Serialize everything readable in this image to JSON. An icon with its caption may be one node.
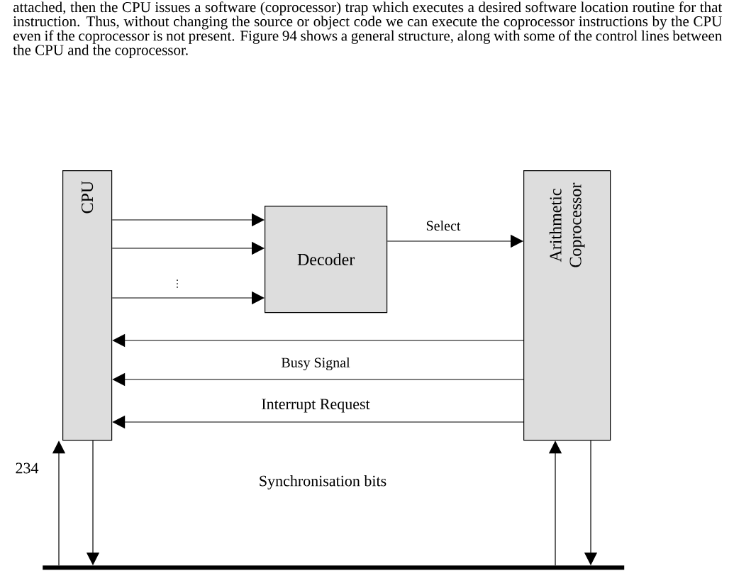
{
  "diagram": {
    "nodes": [
      {
        "text": [
          "CPU"
        ]
      },
      {
        "text": [
          "Decoder"
        ]
      },
      {
        "text": [
          "Arithmetic Coprocessor"
        ]
      },
      {
        "text": [],
        "shape": "bar"
      }
    ],
    "edges": [
      {
        "from": 0,
        "to": 1,
        "arrow": "to"
      },
      {
        "from": 0,
        "to": 1,
        "arrow": "to"
      },
      {
        "from": 0,
        "to": 1,
        "arrow": "to"
      },
      {
        "from": 1,
        "to": 2,
        "arrow": "to",
        "label": "Select"
      },
      {
        "from": 2,
        "to": 0,
        "arrow": "to"
      },
      {
        "from": 2,
        "to": 0,
        "arrow": "to",
        "label": "Busy Signal"
      },
      {
        "from": 2,
        "to": 0,
        "arrow": "to",
        "label": "Interrupt Request"
      },
      {
        "from": 3,
        "to": 0,
        "arrow": "to"
      },
      {
        "from": 0,
        "to": 3,
        "arrow": "to"
      },
      {
        "from": 3,
        "to": 2,
        "arrow": "to"
      },
      {
        "from": 2,
        "to": 3,
        "arrow": "to"
      }
    ],
    "labels": [
      "attached, then the CPU issues a software (coprocessor) trap which executes a desired software location routine for that instruction. Thus, without changing the source or object code we can execute the coprocessor instructions by the CPU even if the coprocessor is not present. Figure 94 shows a general structure, along with some of the control lines between the CPU and the coprocessor.",
      "⋮",
      "Synchronisation bits",
      "234"
    ]
  }
}
